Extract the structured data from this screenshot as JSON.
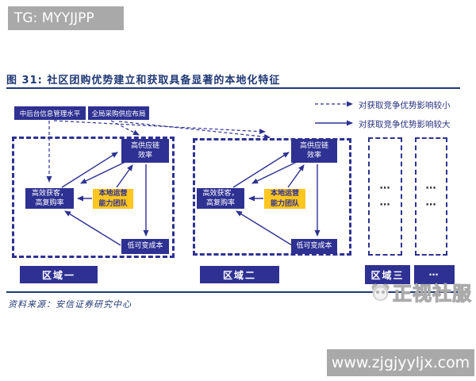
{
  "banner_top": {
    "text": "TG: MYYJJPP"
  },
  "banner_bottom": {
    "text": "www.zjgjyyljx.com"
  },
  "figure": {
    "title": "图 31: 社区团购优势建立和获取具备显著的本地化特征",
    "legend": [
      {
        "style": "dashed",
        "label": "对获取竞争优势影响较小"
      },
      {
        "style": "solid",
        "label": "对获取竞争优势影响较大"
      }
    ],
    "global_factors": [
      "中后台信息管理水平",
      "全局采购供应布局"
    ],
    "regions": [
      {
        "name": "区域一",
        "nodes": {
          "supply_chain": {
            "line1": "高供应链",
            "line2": "效率"
          },
          "customer": {
            "line1": "高效获客，",
            "line2": "高复购率"
          },
          "local_ops": {
            "line1": "本地运营",
            "line2": "能力团队"
          },
          "variable_cost": {
            "line1": "低可变成本"
          }
        }
      },
      {
        "name": "区域二",
        "nodes": {
          "supply_chain": {
            "line1": "高供应链",
            "line2": "效率"
          },
          "customer": {
            "line1": "高效获客，",
            "line2": "高复购率"
          },
          "local_ops": {
            "line1": "本地运营",
            "line2": "能力团队"
          },
          "variable_cost": {
            "line1": "低可变成本"
          }
        }
      },
      {
        "name": "区域三",
        "ellipsis_rows": [
          "⋯",
          "⋯"
        ]
      },
      {
        "name": "⋯",
        "ellipsis_rows": [
          "⋯",
          "⋯"
        ]
      }
    ],
    "source": "资料来源：安信证券研究中心"
  },
  "watermark": {
    "text": "正视社服",
    "logo": "panda-logo"
  },
  "colors": {
    "indigo": "#2e3192",
    "orange": "#ffc61e",
    "navy_text": "#1f3875",
    "banner_gray": "#a9a9a9",
    "watermark_gray": "#ababab"
  }
}
